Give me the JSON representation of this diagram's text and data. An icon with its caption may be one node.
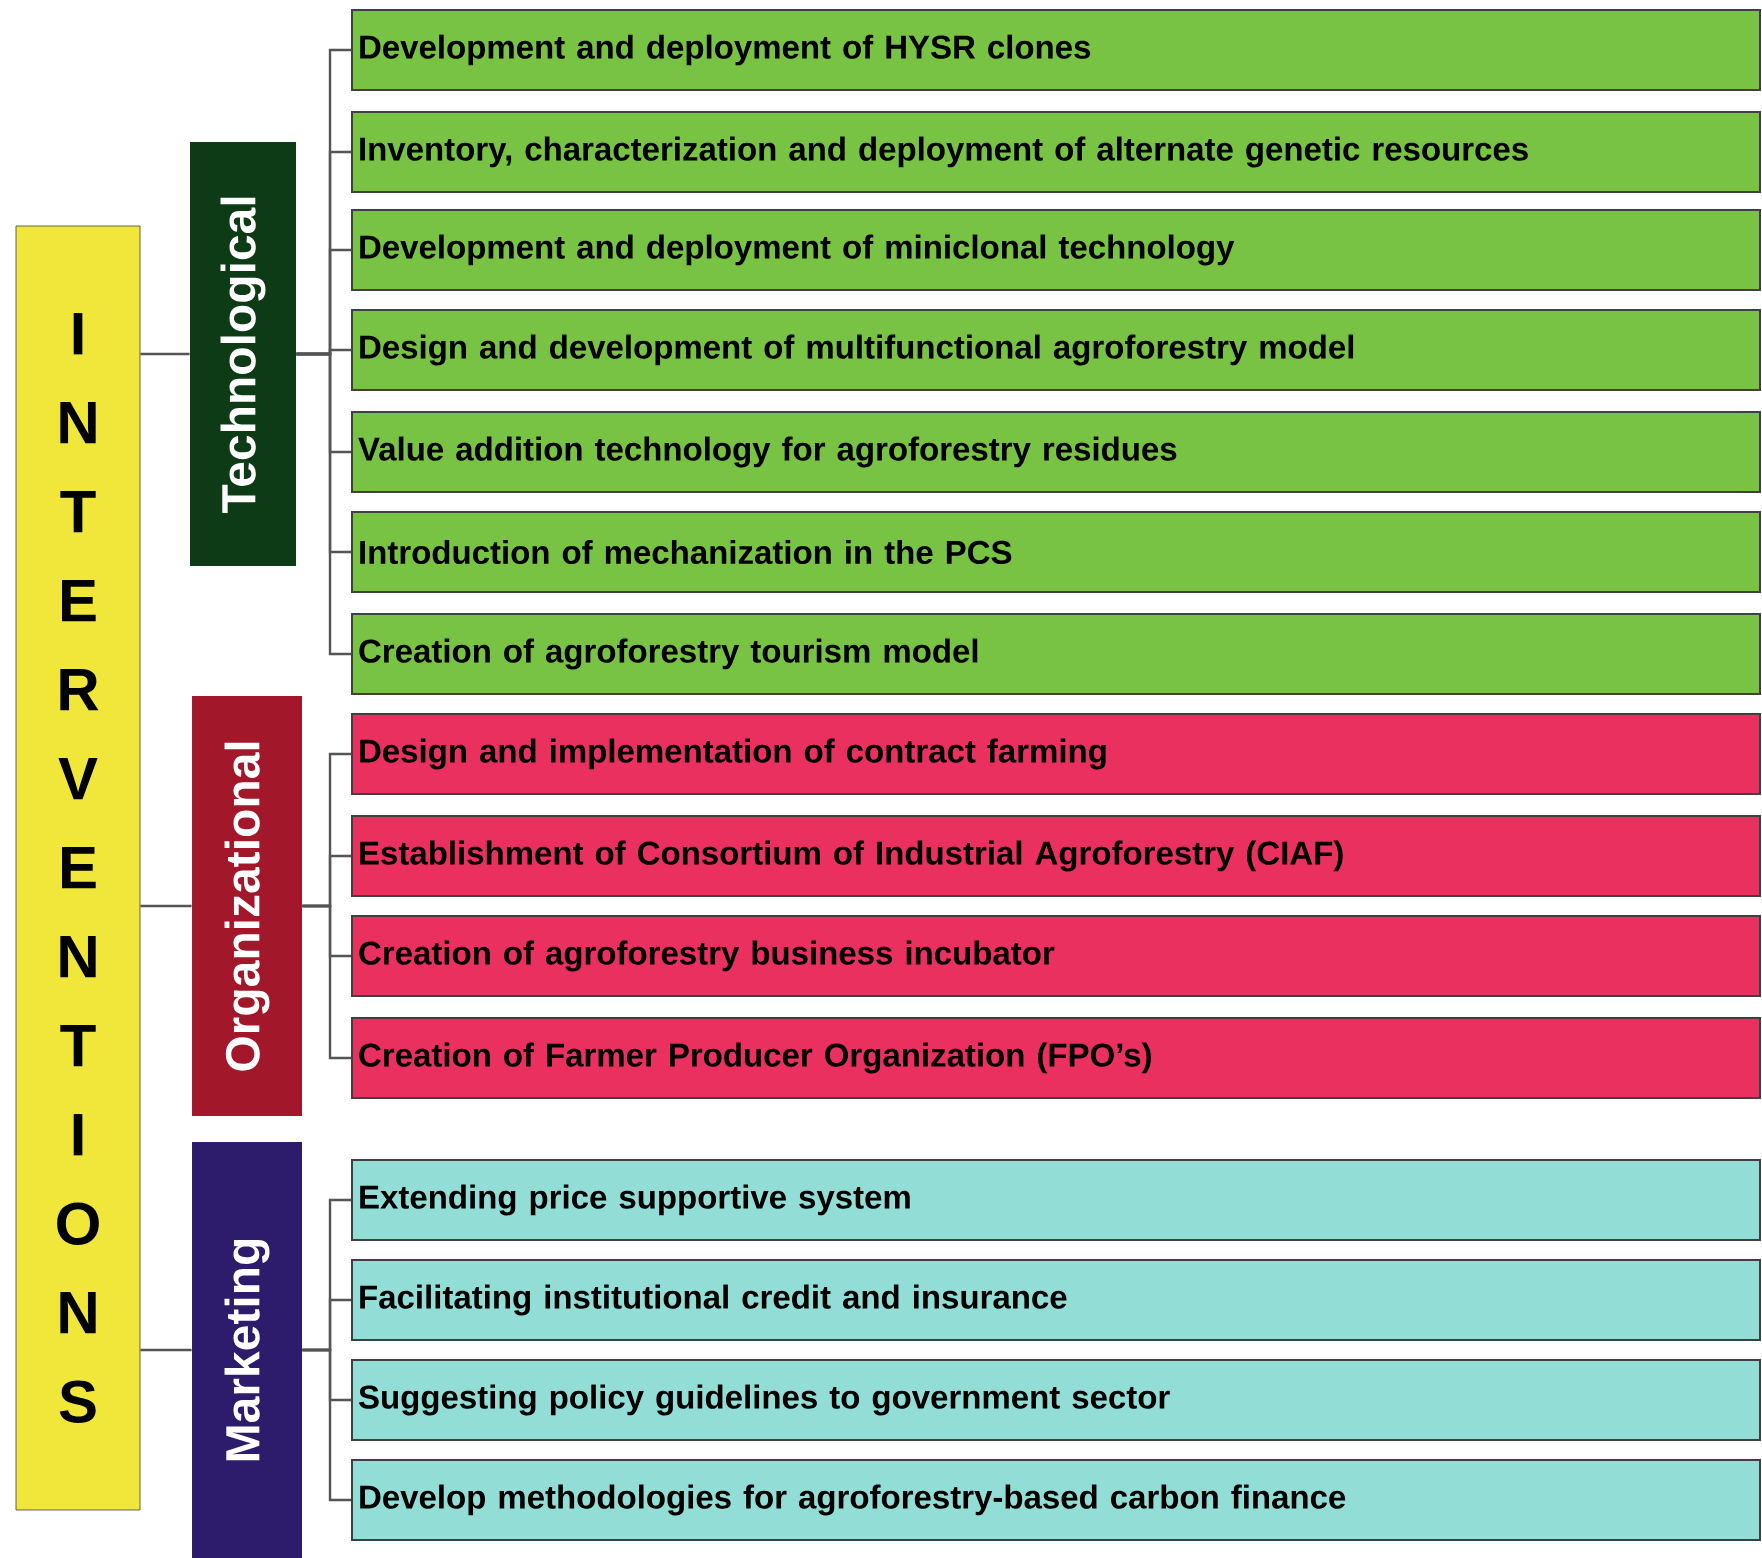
{
  "diagram": {
    "nodes": [
      {
        "text": [
          "INTERVENTIONS"
        ]
      },
      {
        "text": [
          "Technological"
        ]
      },
      {
        "text": [
          "Development and deployment of HYSR clones"
        ]
      },
      {
        "text": [
          "Inventory, characterization and deployment of alternate genetic resources"
        ]
      },
      {
        "text": [
          "Development and deployment of miniclonal technology"
        ]
      },
      {
        "text": [
          "Design and development of multifunctional agroforestry model"
        ]
      },
      {
        "text": [
          "Value addition technology for agroforestry residues"
        ]
      },
      {
        "text": [
          "Introduction of mechanization in the PCS"
        ]
      },
      {
        "text": [
          "Creation of agroforestry tourism model"
        ]
      },
      {
        "text": [
          "Organizational"
        ]
      },
      {
        "text": [
          "Design and implementation of contract farming"
        ]
      },
      {
        "text": [
          "Establishment of Consortium of Industrial Agroforestry (CIAF)"
        ]
      },
      {
        "text": [
          "Creation of agroforestry business incubator"
        ]
      },
      {
        "text": [
          "Creation of Farmer Producer Organization (FPO’s)"
        ]
      },
      {
        "text": [
          "Marketing"
        ]
      },
      {
        "text": [
          "Extending price supportive system"
        ]
      },
      {
        "text": [
          "Facilitating institutional credit and insurance"
        ]
      },
      {
        "text": [
          "Suggesting policy guidelines to government sector"
        ]
      },
      {
        "text": [
          "Develop methodologies for agroforestry-based carbon finance"
        ]
      }
    ],
    "edges": [
      {
        "from": 0,
        "to": 1,
        "arrow": "none"
      },
      {
        "from": 0,
        "to": 9,
        "arrow": "none"
      },
      {
        "from": 0,
        "to": 14,
        "arrow": "none"
      },
      {
        "from": 1,
        "to": 2,
        "arrow": "none"
      },
      {
        "from": 1,
        "to": 3,
        "arrow": "none"
      },
      {
        "from": 1,
        "to": 4,
        "arrow": "none"
      },
      {
        "from": 1,
        "to": 5,
        "arrow": "none"
      },
      {
        "from": 1,
        "to": 6,
        "arrow": "none"
      },
      {
        "from": 1,
        "to": 7,
        "arrow": "none"
      },
      {
        "from": 1,
        "to": 8,
        "arrow": "none"
      },
      {
        "from": 9,
        "to": 10,
        "arrow": "none"
      },
      {
        "from": 9,
        "to": 11,
        "arrow": "none"
      },
      {
        "from": 9,
        "to": 12,
        "arrow": "none"
      },
      {
        "from": 9,
        "to": 13,
        "arrow": "none"
      },
      {
        "from": 14,
        "to": 15,
        "arrow": "none"
      },
      {
        "from": 14,
        "to": 16,
        "arrow": "none"
      },
      {
        "from": 14,
        "to": 17,
        "arrow": "none"
      },
      {
        "from": 14,
        "to": 18,
        "arrow": "none"
      }
    ]
  }
}
